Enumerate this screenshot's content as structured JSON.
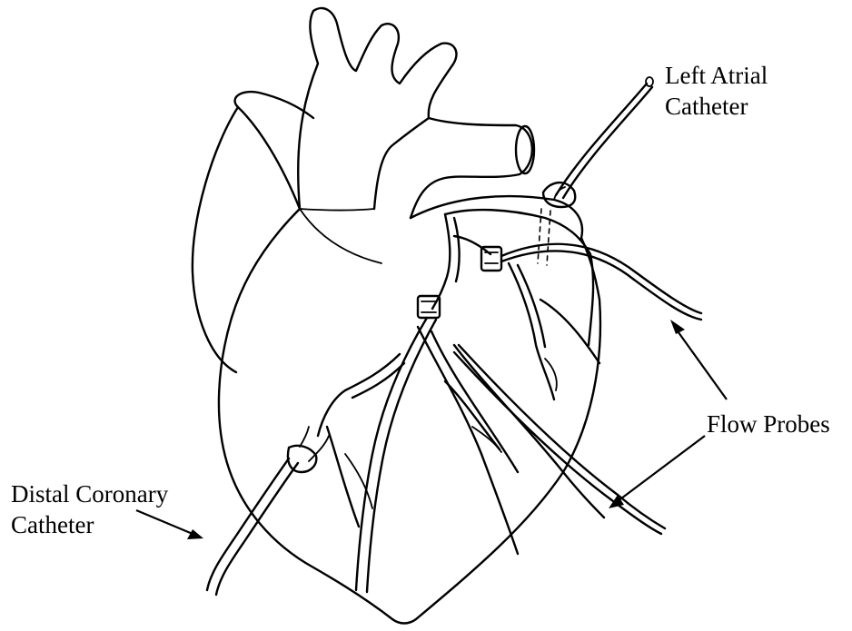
{
  "labels": {
    "left_atrial_line1": "Left Atrial",
    "left_atrial_line2": "Catheter",
    "flow_probes": "Flow Probes",
    "distal_line1": "Distal Coronary",
    "distal_line2": "Catheter"
  },
  "colors": {
    "ink": "#000000",
    "background": "#ffffff"
  }
}
